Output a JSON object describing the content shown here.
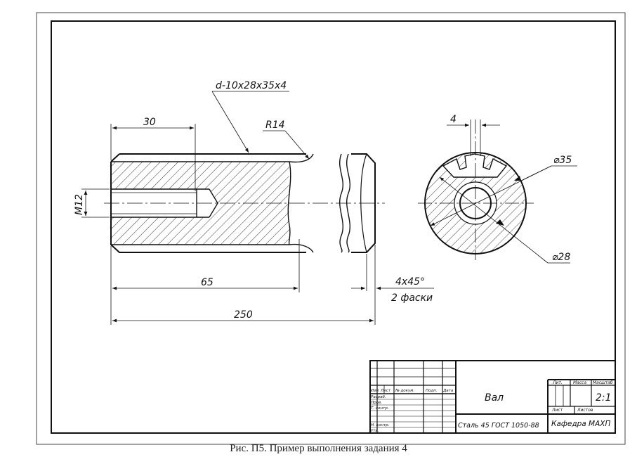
{
  "drawing": {
    "dims": {
      "spline": "d-10x28x35x4",
      "len30": "30",
      "r14": "R14",
      "m12": "M12",
      "len65": "65",
      "len250": "250",
      "chamfer": "4x45°",
      "chamfer_note": "2 фаски",
      "key4": "4",
      "dia35": "⌀35",
      "dia28": "⌀28"
    }
  },
  "title_block": {
    "name": "Вал",
    "scale": "2:1",
    "material": "Сталь 45 ГОСТ 1050-88",
    "org": "Кафедра МАХП",
    "hdr_lit": "Лит.",
    "hdr_mass": "Масса",
    "hdr_scale": "Масштаб",
    "hdr_list": "Лист",
    "hdr_lists": "Листов",
    "col_izm": "Изм",
    "col_list": "Лист",
    "col_doc": "№ докум.",
    "col_sign": "Подп.",
    "col_date": "Дата",
    "row_razrab": "Разраб.",
    "row_prov": "Пров.",
    "row_tkontr": "Т. контр.",
    "row_nkontr": "Н. контр.",
    "row_utv": "Утв."
  },
  "caption": "Рис. П5. Пример выполнения задания 4"
}
